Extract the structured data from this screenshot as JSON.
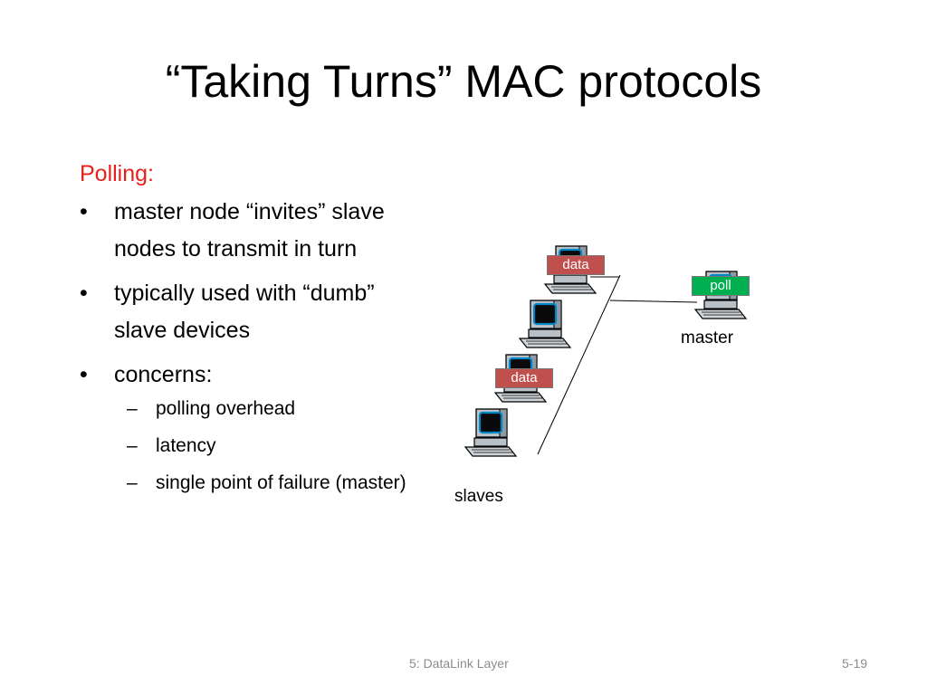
{
  "slide": {
    "title": "“Taking Turns” MAC protocols",
    "heading": "Polling:",
    "bullets": [
      "master node “invites” slave nodes to transmit in turn",
      "typically used with “dumb” slave devices",
      "concerns:"
    ],
    "sub_bullets": [
      "polling overhead",
      "latency",
      "single point of failure (master)"
    ]
  },
  "diagram": {
    "master_label": "master",
    "slaves_label": "slaves",
    "poll_tag": "poll",
    "data_tag_top": "data",
    "data_tag_mid": "data",
    "colors": {
      "data_tag": "#c0504d",
      "poll_tag": "#00b050",
      "heading": "#e8201c"
    }
  },
  "footer": {
    "center": "5: DataLink Layer",
    "page": "5-19"
  }
}
